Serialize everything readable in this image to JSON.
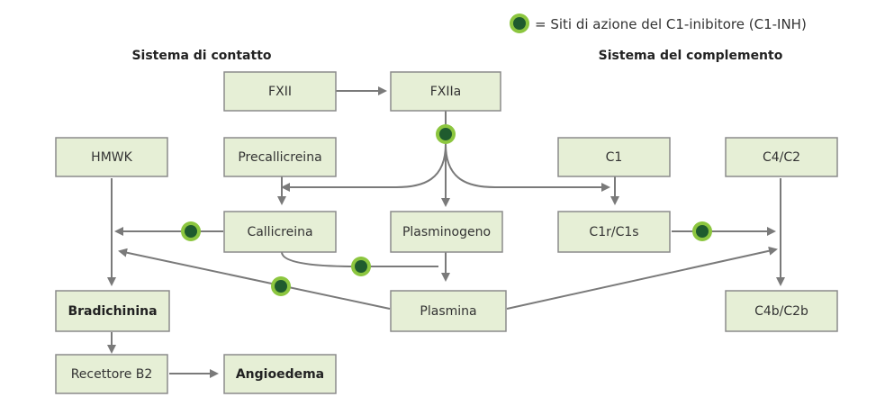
{
  "legend": {
    "text": "= Siti di azione del C1-inibitore (C1-INH)"
  },
  "headings": {
    "contact": "Sistema di contatto",
    "complement": "Sistema del complemento"
  },
  "nodes": {
    "fxii": "FXII",
    "fxiia": "FXIIa",
    "hmwk": "HMWK",
    "precallicreina": "Precallicreina",
    "c1": "C1",
    "c4c2": "C4/C2",
    "callicreina": "Callicreina",
    "plasminogeno": "Plasminogeno",
    "c1rc1s": "C1r/C1s",
    "bradichinina": "Bradichinina",
    "plasmina": "Plasmina",
    "c4bc2b": "C4b/C2b",
    "recettore": "Recettore B2",
    "angioedema": "Angioedema"
  },
  "colors": {
    "node_fill": "#e6efd6",
    "node_border": "#8b8b8b",
    "arrow": "#7a7a7a",
    "site_ring": "#8cc63f",
    "site_core": "#1f5b2e"
  }
}
